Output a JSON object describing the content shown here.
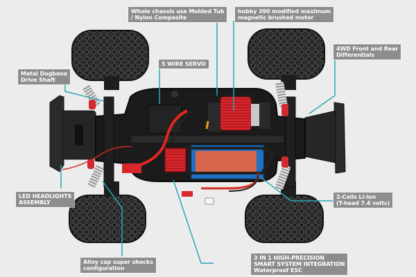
{
  "diagram": {
    "subject": "RC monster truck chassis, top view",
    "accent_color": "#2aa7b8",
    "label_bg": "#8d8d8d",
    "background": "#ececec",
    "callouts": [
      {
        "id": "chassis",
        "lines": [
          "Whole chassis use Molded Tub",
          "/ Nylon Composite"
        ]
      },
      {
        "id": "motor",
        "lines": [
          "hobby 390 modified maximum",
          "magnetic brushed motor"
        ]
      },
      {
        "id": "differentials",
        "lines": [
          "4WD Front and Rear",
          "Differentials"
        ]
      },
      {
        "id": "dogbone",
        "lines": [
          "Matal Dogbone",
          "Drive Shaft"
        ]
      },
      {
        "id": "servo",
        "lines": [
          "5 WIRE SERVO"
        ]
      },
      {
        "id": "headlights",
        "lines": [
          "LED HEADLIGHTS",
          "ASSEMBLY"
        ]
      },
      {
        "id": "battery",
        "lines": [
          "2-Cells  Li-ion",
          "(T-head 7.4 volts)"
        ]
      },
      {
        "id": "shocks",
        "lines": [
          "Alloy cap super shocks",
          "configuration"
        ]
      },
      {
        "id": "esc",
        "lines": [
          "3 IN 1 HIGH-PRECISION",
          "SMART SYSTEM INTEGRATION",
          "Waterproof ESC"
        ]
      }
    ]
  }
}
